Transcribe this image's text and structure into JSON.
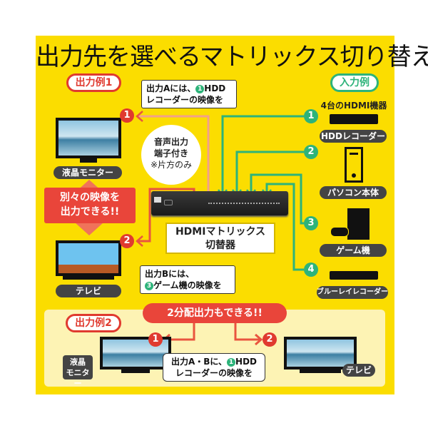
{
  "title": "出力先を選べるマトリックス切り替え",
  "example1": {
    "label": "出力例1",
    "bubble_a": {
      "line1_pre": "出力Aには、",
      "num": "1",
      "line1_post": "HDD",
      "line2": "レコーダーの映像を"
    },
    "bubble_b": {
      "line1": "出力Bには、",
      "num": "3",
      "line2_post": "ゲーム機の映像を"
    },
    "monitor_label": "液晶モニター",
    "tv_label": "テレビ",
    "separate": {
      "line1": "別々の映像を",
      "line2": "出力できる!!"
    },
    "audio": {
      "line1": "音声出力",
      "line2": "端子付き",
      "line3": "※片方のみ"
    },
    "out_nums": [
      "1",
      "2"
    ]
  },
  "switcher_label": {
    "line1": "HDMIマトリックス",
    "line2": "切替器"
  },
  "input": {
    "label": "入力例",
    "subtitle": "4台のHDMI機器",
    "devices": [
      {
        "num": "1",
        "name": "HDDレコーダー",
        "icon": "hdd-recorder-icon"
      },
      {
        "num": "2",
        "name": "パソコン本体",
        "icon": "pc-tower-icon"
      },
      {
        "num": "3",
        "name": "ゲーム機",
        "icon": "game-console-icon"
      },
      {
        "num": "4",
        "name": "ブルーレイレコーダー",
        "icon": "bluray-recorder-icon"
      }
    ]
  },
  "example2": {
    "label": "出力例2",
    "banner": "2分配出力もできる!!",
    "bubble": {
      "line1_pre": "出力A・Bに、",
      "num": "1",
      "line1_post": "HDD",
      "line2": "レコーダーの映像を"
    },
    "monitor_label_1": "液晶",
    "monitor_label_2": "モニター",
    "tv_label": "テレビ",
    "out_nums": [
      "1",
      "2"
    ]
  },
  "colors": {
    "yellow": "#fbdd00",
    "red": "#e03a2f",
    "green": "#2db37a"
  }
}
